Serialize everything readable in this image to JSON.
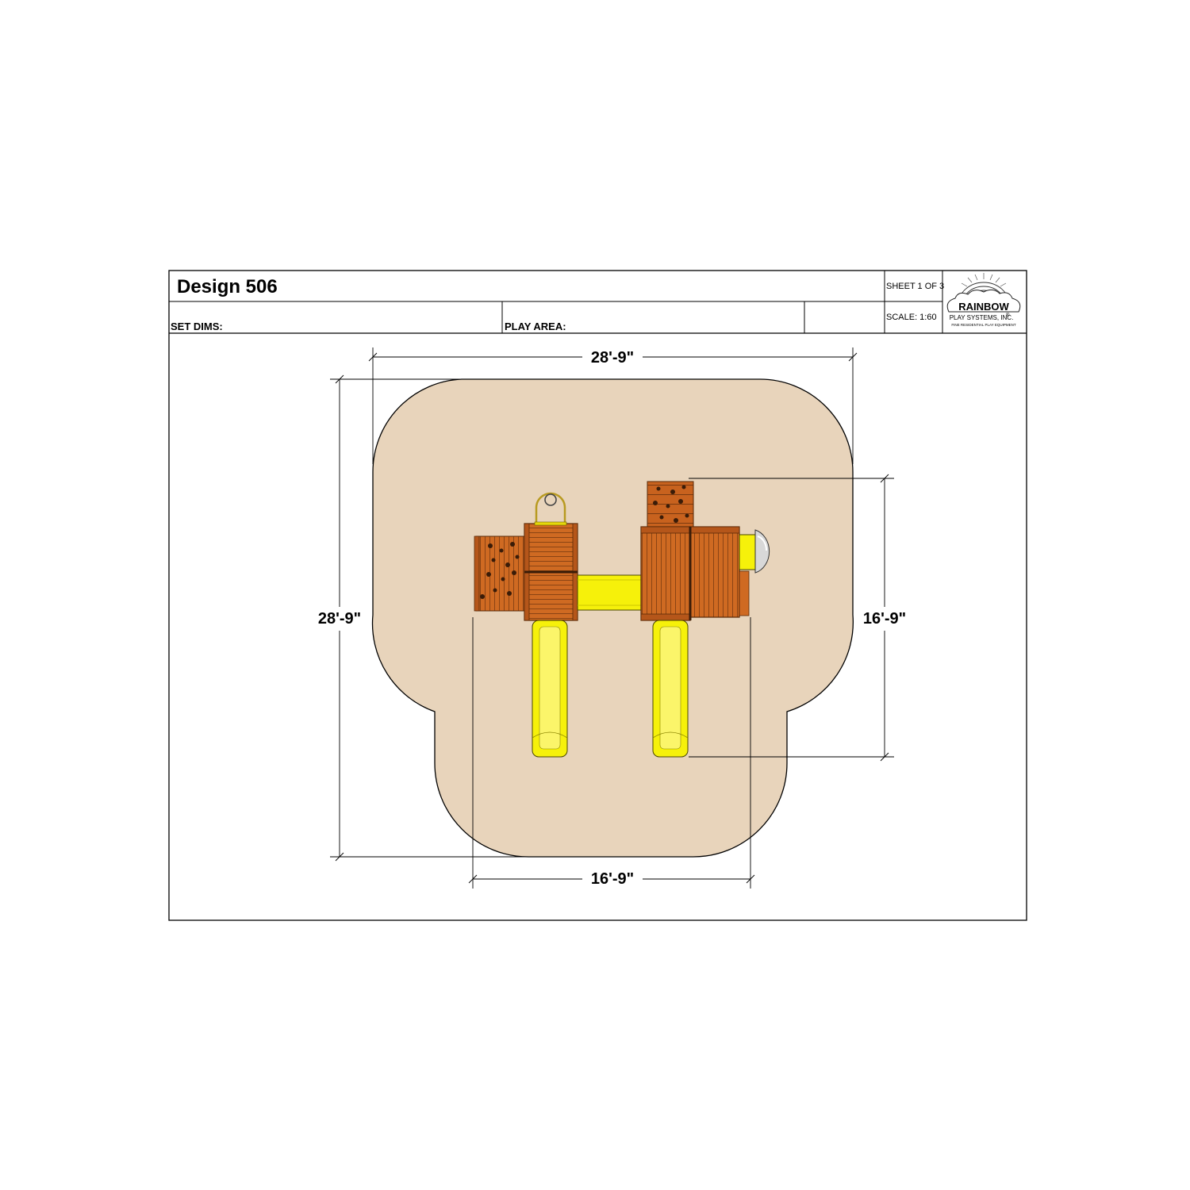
{
  "title_block": {
    "title": "Design 506",
    "sheet": "SHEET 1 OF 3",
    "scale": "SCALE: 1:60",
    "set_dims_label": "SET DIMS:",
    "play_area_label": "PLAY AREA:"
  },
  "logo": {
    "brand": "RAINBOW",
    "company": "PLAY SYSTEMS, INC.",
    "registered": "®",
    "tagline": "FINE RESIDENTIAL PLAY EQUIPMENT"
  },
  "dimensions": {
    "play_area_width": "28'-9\"",
    "play_area_depth": "28'-9\"",
    "set_width": "16'-9\"",
    "set_depth": "16'-9\""
  },
  "colors": {
    "play_area": "#e8d4bb",
    "wood": "#c8621e",
    "wood_light": "#d9772c",
    "slide": "#f6f10a",
    "line": "#000000"
  }
}
